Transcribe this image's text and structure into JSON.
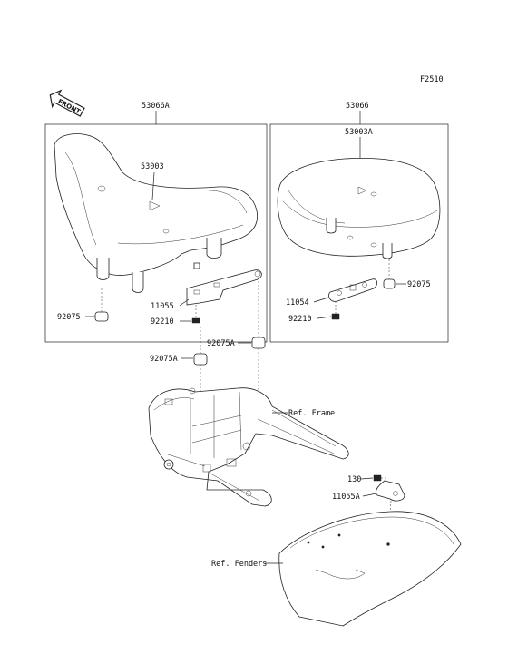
{
  "diagram_code": "F2510",
  "front_badge": "FRONT",
  "left_group": {
    "assembly": "53066A",
    "seat": "53003",
    "bracket": "11055",
    "bolt": "92210",
    "damper": "92075"
  },
  "right_group": {
    "assembly": "53066",
    "seat": "53003A",
    "bracket": "11054",
    "damper": "92075",
    "bolt": "92210"
  },
  "frame_parts": {
    "damper_a_left": "92075A",
    "damper_a_right": "92075A",
    "ref_frame": "Ref. Frame",
    "bolt_130": "130",
    "bracket_a": "11055A",
    "ref_fenders": "Ref. Fenders"
  }
}
